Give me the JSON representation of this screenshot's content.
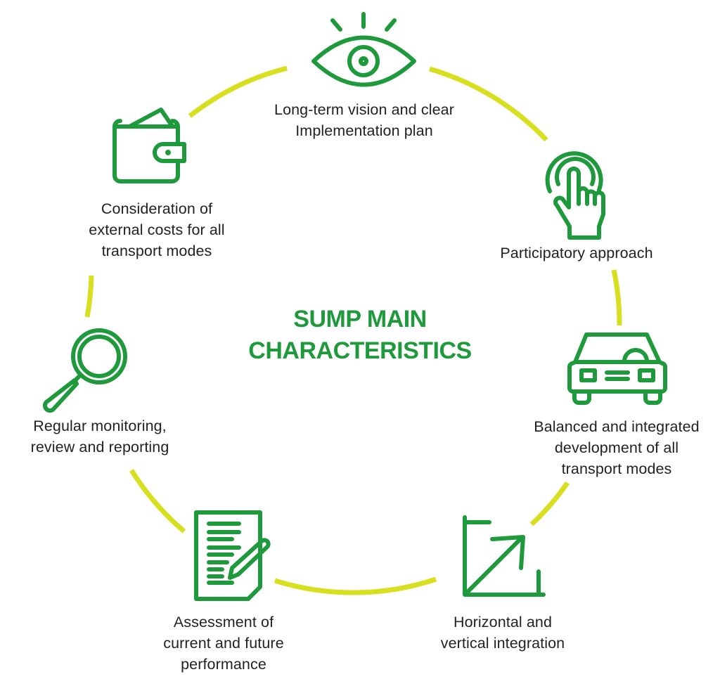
{
  "title": {
    "line1": "SUMP MAIN",
    "line2": "CHARACTERISTICS"
  },
  "colors": {
    "icon_green": "#1e9a3c",
    "arc_yellow": "#d8df1e",
    "text": "#222222",
    "background": "#ffffff"
  },
  "items": [
    {
      "id": "vision",
      "icon": "eye-icon",
      "lines": [
        "Long-term vision and clear",
        "Implementation plan"
      ]
    },
    {
      "id": "participatory",
      "icon": "touch-hand-icon",
      "lines": [
        "Participatory approach"
      ]
    },
    {
      "id": "balanced",
      "icon": "car-icon",
      "lines": [
        "Balanced and integrated",
        "development of all",
        "transport modes"
      ]
    },
    {
      "id": "integration",
      "icon": "expand-arrow-icon",
      "lines": [
        "Horizontal and",
        "vertical integration"
      ]
    },
    {
      "id": "assessment",
      "icon": "document-pen-icon",
      "lines": [
        "Assessment of",
        "current and future",
        "performance"
      ]
    },
    {
      "id": "monitoring",
      "icon": "magnifier-icon",
      "lines": [
        "Regular monitoring,",
        "review and reporting"
      ]
    },
    {
      "id": "external-costs",
      "icon": "wallet-icon",
      "lines": [
        "Consideration of",
        "external costs for all",
        "transport modes"
      ]
    }
  ]
}
